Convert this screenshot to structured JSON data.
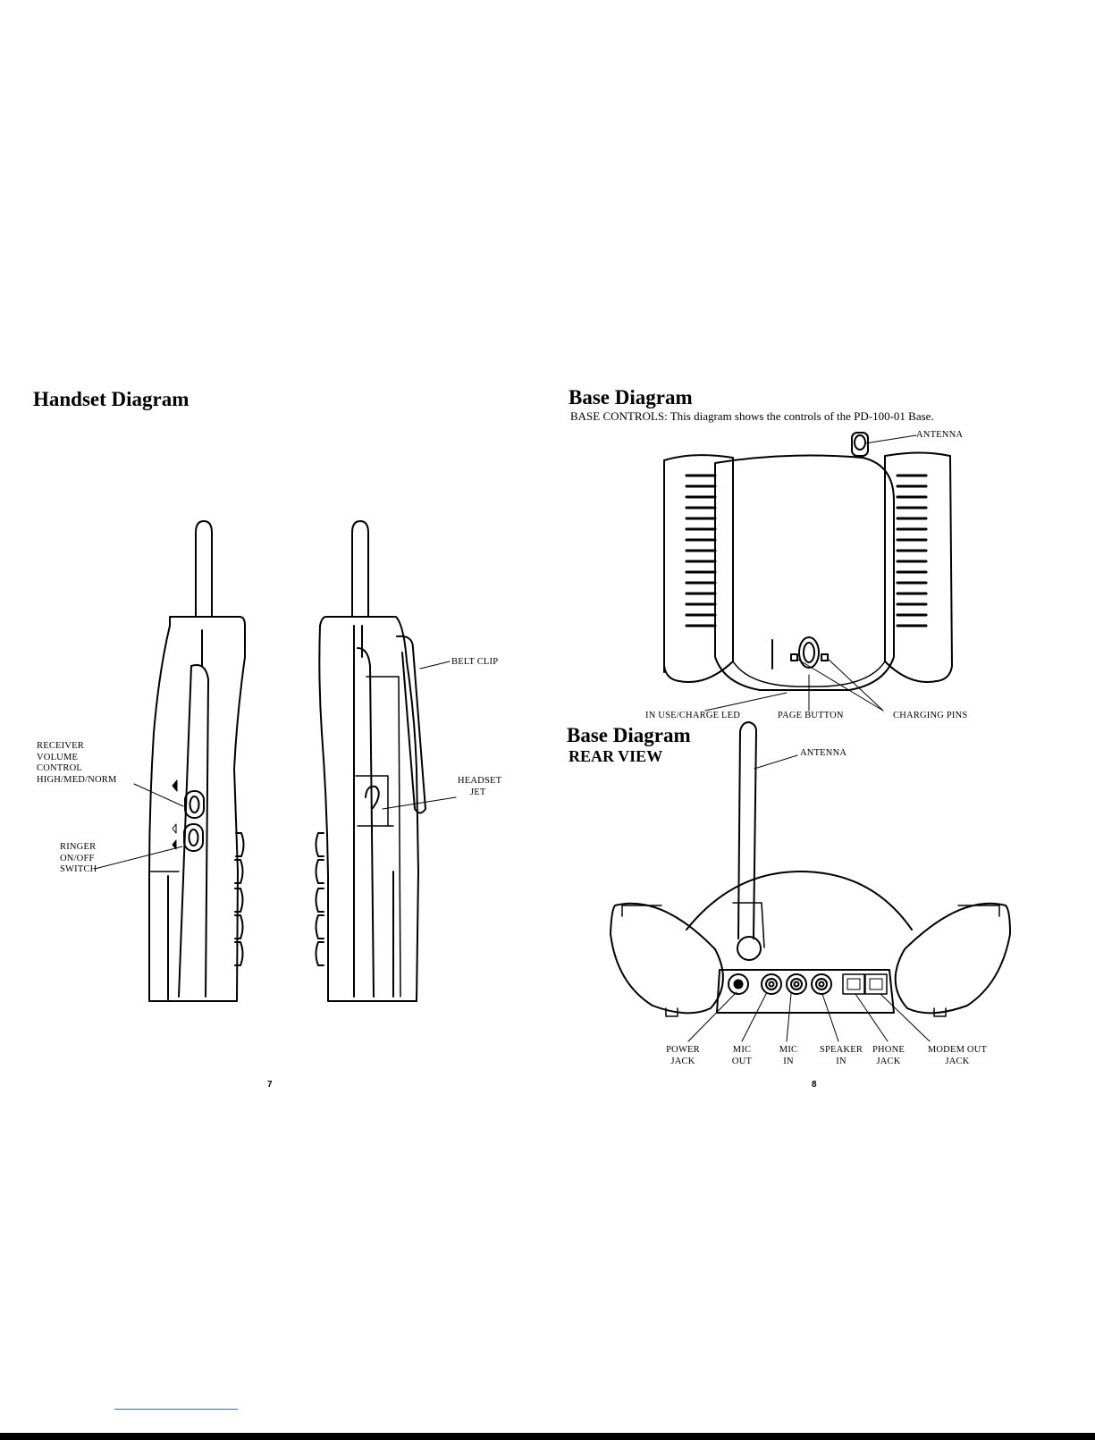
{
  "left_page": {
    "heading": "Handset Diagram",
    "labels": {
      "belt_clip": "BELT CLIP",
      "receiver_line1": "RECEIVER",
      "receiver_line2": "VOLUME",
      "receiver_line3": "CONTROL",
      "receiver_line4": "HIGH/MED/NORM",
      "ringer_line1": "RINGER",
      "ringer_line2": "ON/OFF",
      "ringer_line3": "SWITCH",
      "headset_line1": "HEADSET",
      "headset_line2": "JET"
    },
    "page_number": "7"
  },
  "right_page": {
    "heading_top": "Base Diagram",
    "description": "BASE CONTROLS: This diagram shows the controls of the PD-100-01 Base.",
    "top_labels": {
      "antenna": "ANTENNA",
      "in_use_led": "IN USE/CHARGE LED",
      "page_button": "PAGE BUTTON",
      "charging_pins": "CHARGING PINS"
    },
    "heading_rear": "Base Diagram",
    "rear_subheading": "REAR VIEW",
    "rear_labels": {
      "antenna": "ANTENNA",
      "power_jack_1": "POWER",
      "power_jack_2": "JACK",
      "mic_out_1": "MIC",
      "mic_out_2": "OUT",
      "mic_in_1": "MIC",
      "mic_in_2": "IN",
      "speaker_in_1": "SPEAKER",
      "speaker_in_2": "IN",
      "phone_jack_1": "PHONE",
      "phone_jack_2": "JACK",
      "modem_out_1": "MODEM OUT",
      "modem_out_2": "JACK"
    },
    "page_number": "8"
  }
}
